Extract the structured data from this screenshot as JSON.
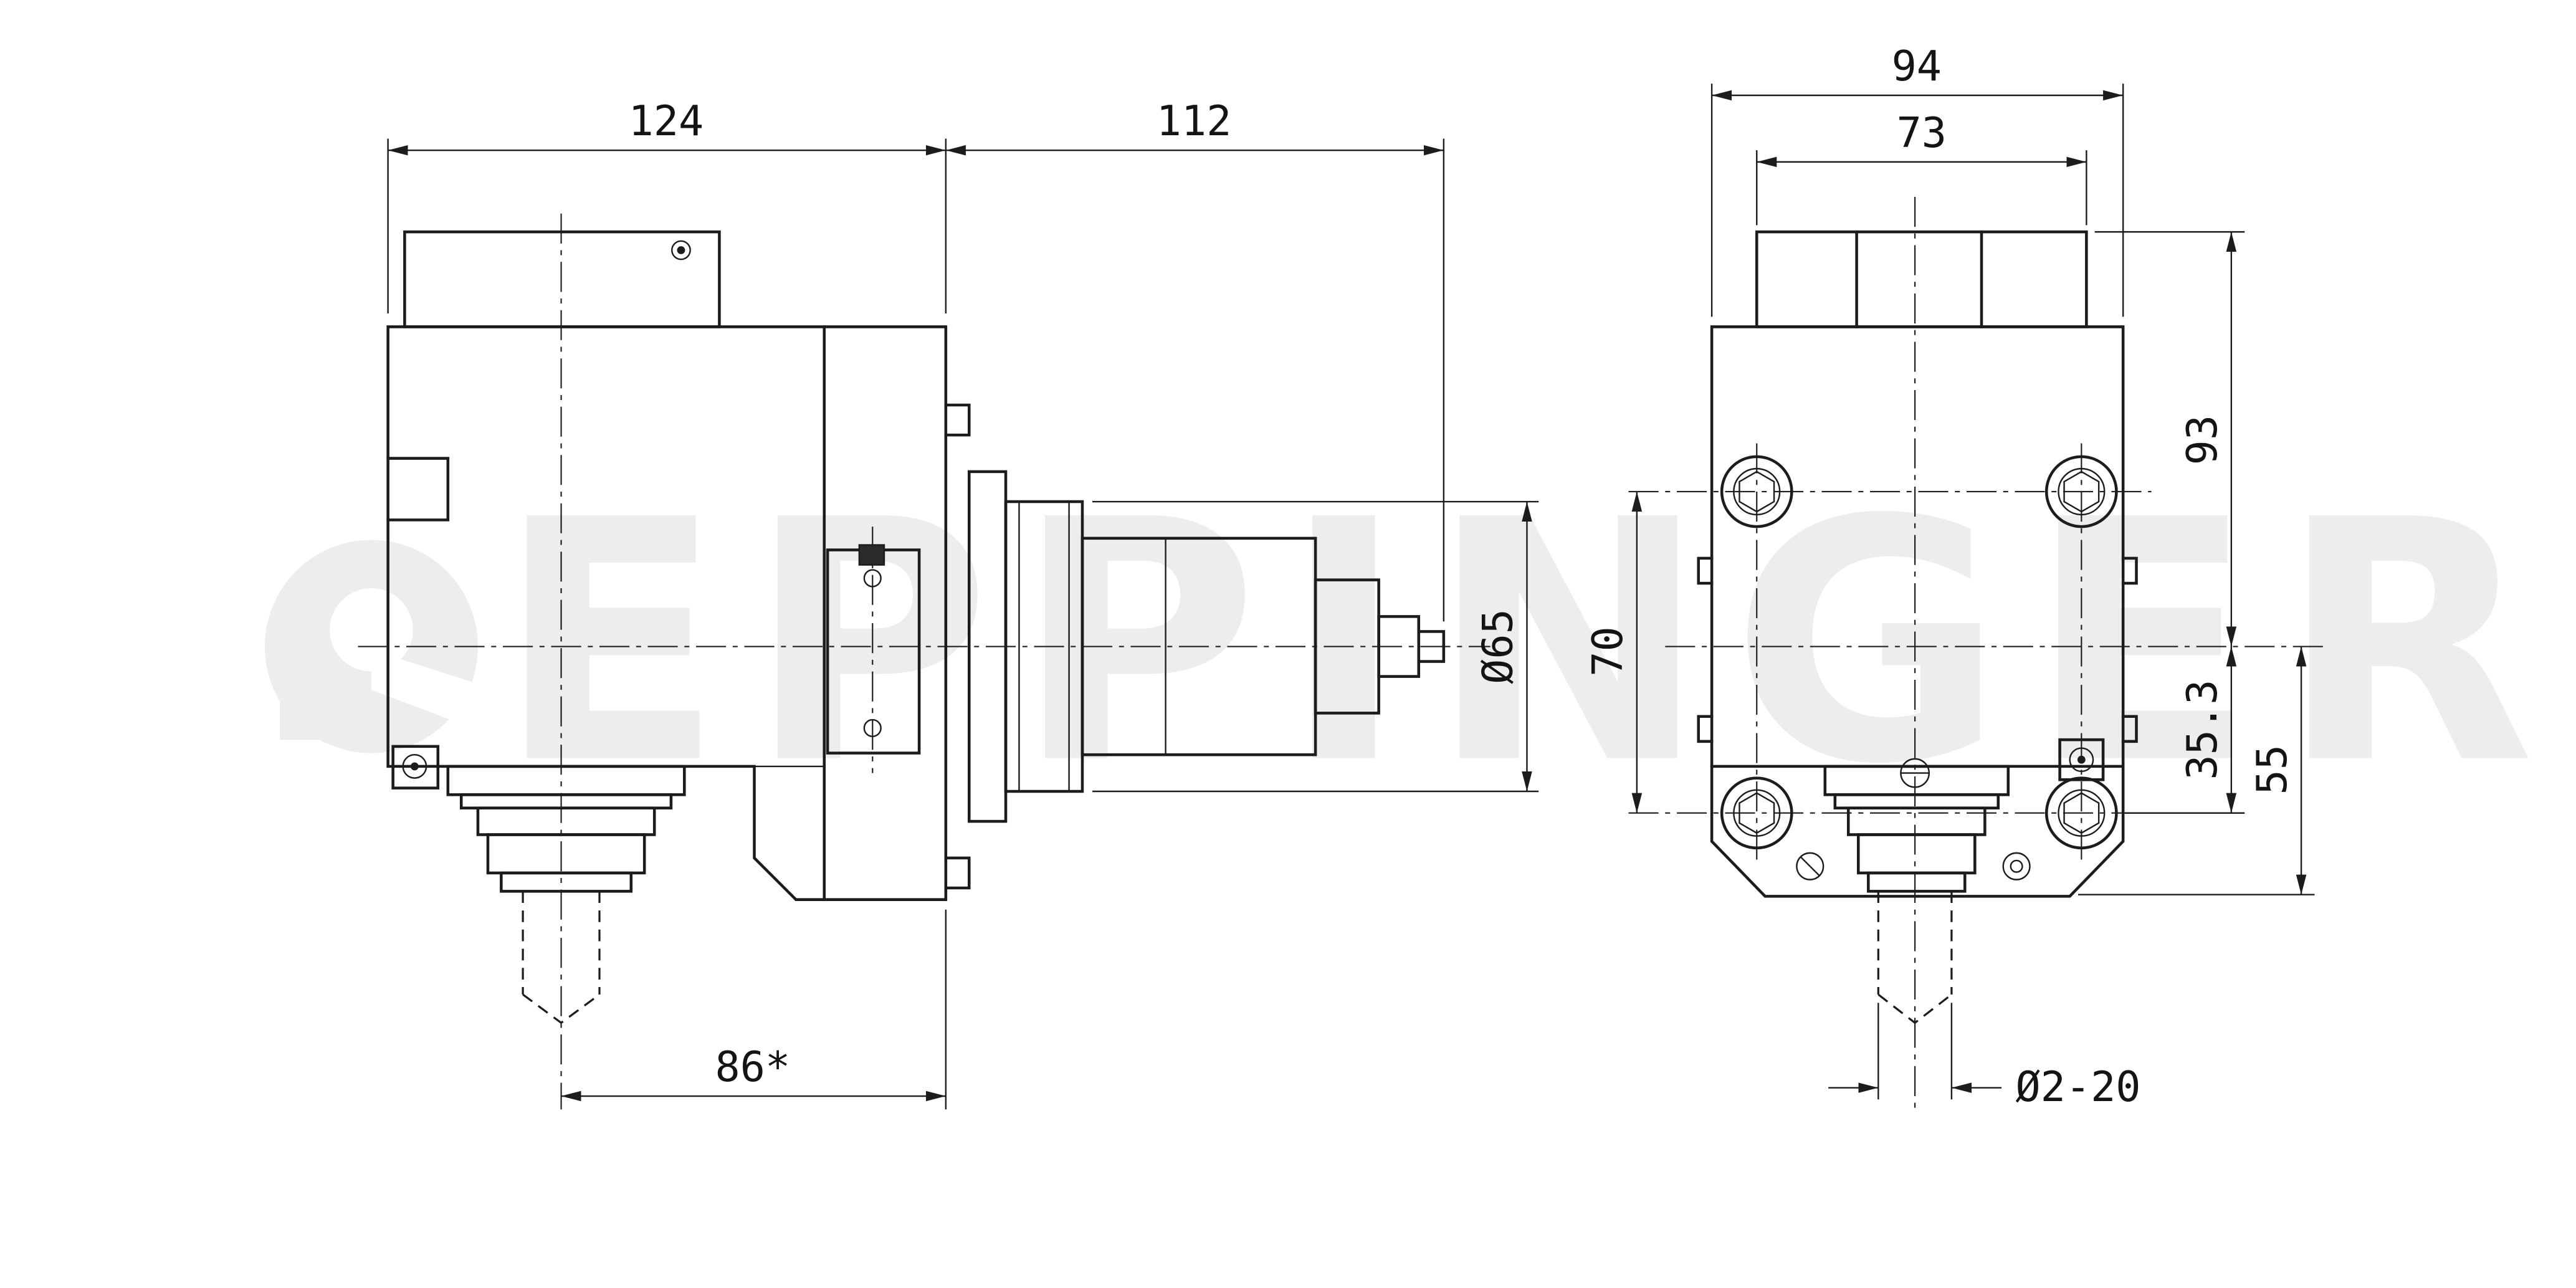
{
  "watermark": {
    "brand": "EPPINGER"
  },
  "side_view": {
    "dims": {
      "body_width": "124",
      "shank_length": "112",
      "shank_diameter": "Ø65",
      "spindle_offset": "86*"
    }
  },
  "front_view": {
    "dims": {
      "body_width": "94",
      "cap_width": "73",
      "screw_spacing": "70",
      "top_to_axis": "93",
      "axis_to_screws": "35.3",
      "axis_to_base": "55",
      "clamping_range": "Ø2-20"
    }
  },
  "colors": {
    "line": "#1c1c1c",
    "watermark": "#ededed",
    "background": "#ffffff"
  }
}
